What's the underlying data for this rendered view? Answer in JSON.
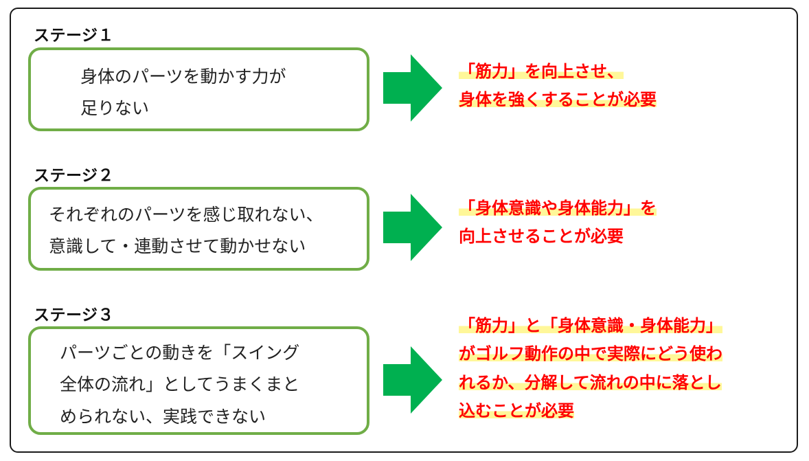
{
  "colors": {
    "box_border": "#70ad47",
    "arrow": "#00b050",
    "result_text": "#ff0000",
    "highlight": "#fff799",
    "frame_border": "#1a1a1a"
  },
  "stages": [
    {
      "title": "ステージ１",
      "problem_lines": [
        "身体のパーツを動かす力が",
        "足りない"
      ],
      "solution_lines": [
        "「筋力」を向上させ、",
        "身体を強くすることが必要"
      ]
    },
    {
      "title": "ステージ２",
      "problem_lines": [
        "それぞれのパーツを感じ取れない、",
        "意識して・連動させて動かせない"
      ],
      "solution_lines": [
        "「身体意識や身体能力」を",
        "向上させることが必要"
      ]
    },
    {
      "title": "ステージ３",
      "problem_lines": [
        "パーツごとの動きを「スイング",
        "全体の流れ」としてうまくまと",
        "められない、実践できない"
      ],
      "solution_lines": [
        "「筋力」と「身体意識・身体能力」",
        "がゴルフ動作の中で実際にどう使わ",
        "れるか、分解して流れの中に落とし",
        "込むことが必要"
      ]
    }
  ]
}
